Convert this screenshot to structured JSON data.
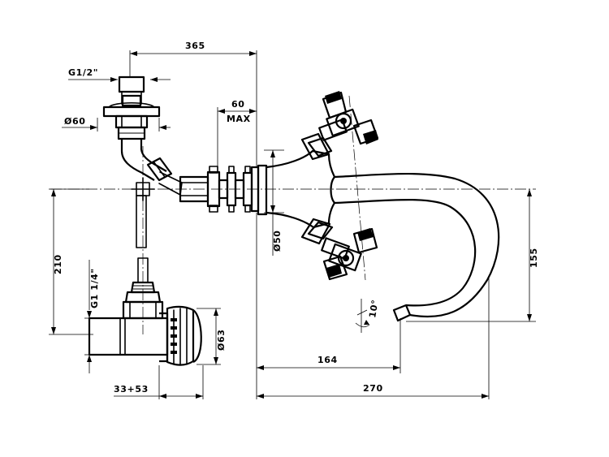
{
  "labels": {
    "d365": "365",
    "g12": "G1/2\"",
    "d60": "60",
    "max": "MAX",
    "o60": "Ø60",
    "o50": "Ø50",
    "d210": "210",
    "g114": "G1 1/4\"",
    "d155": "155",
    "deg10": "10°",
    "o63": "Ø63",
    "d164": "164",
    "d270": "270",
    "d3353": "33+53"
  }
}
